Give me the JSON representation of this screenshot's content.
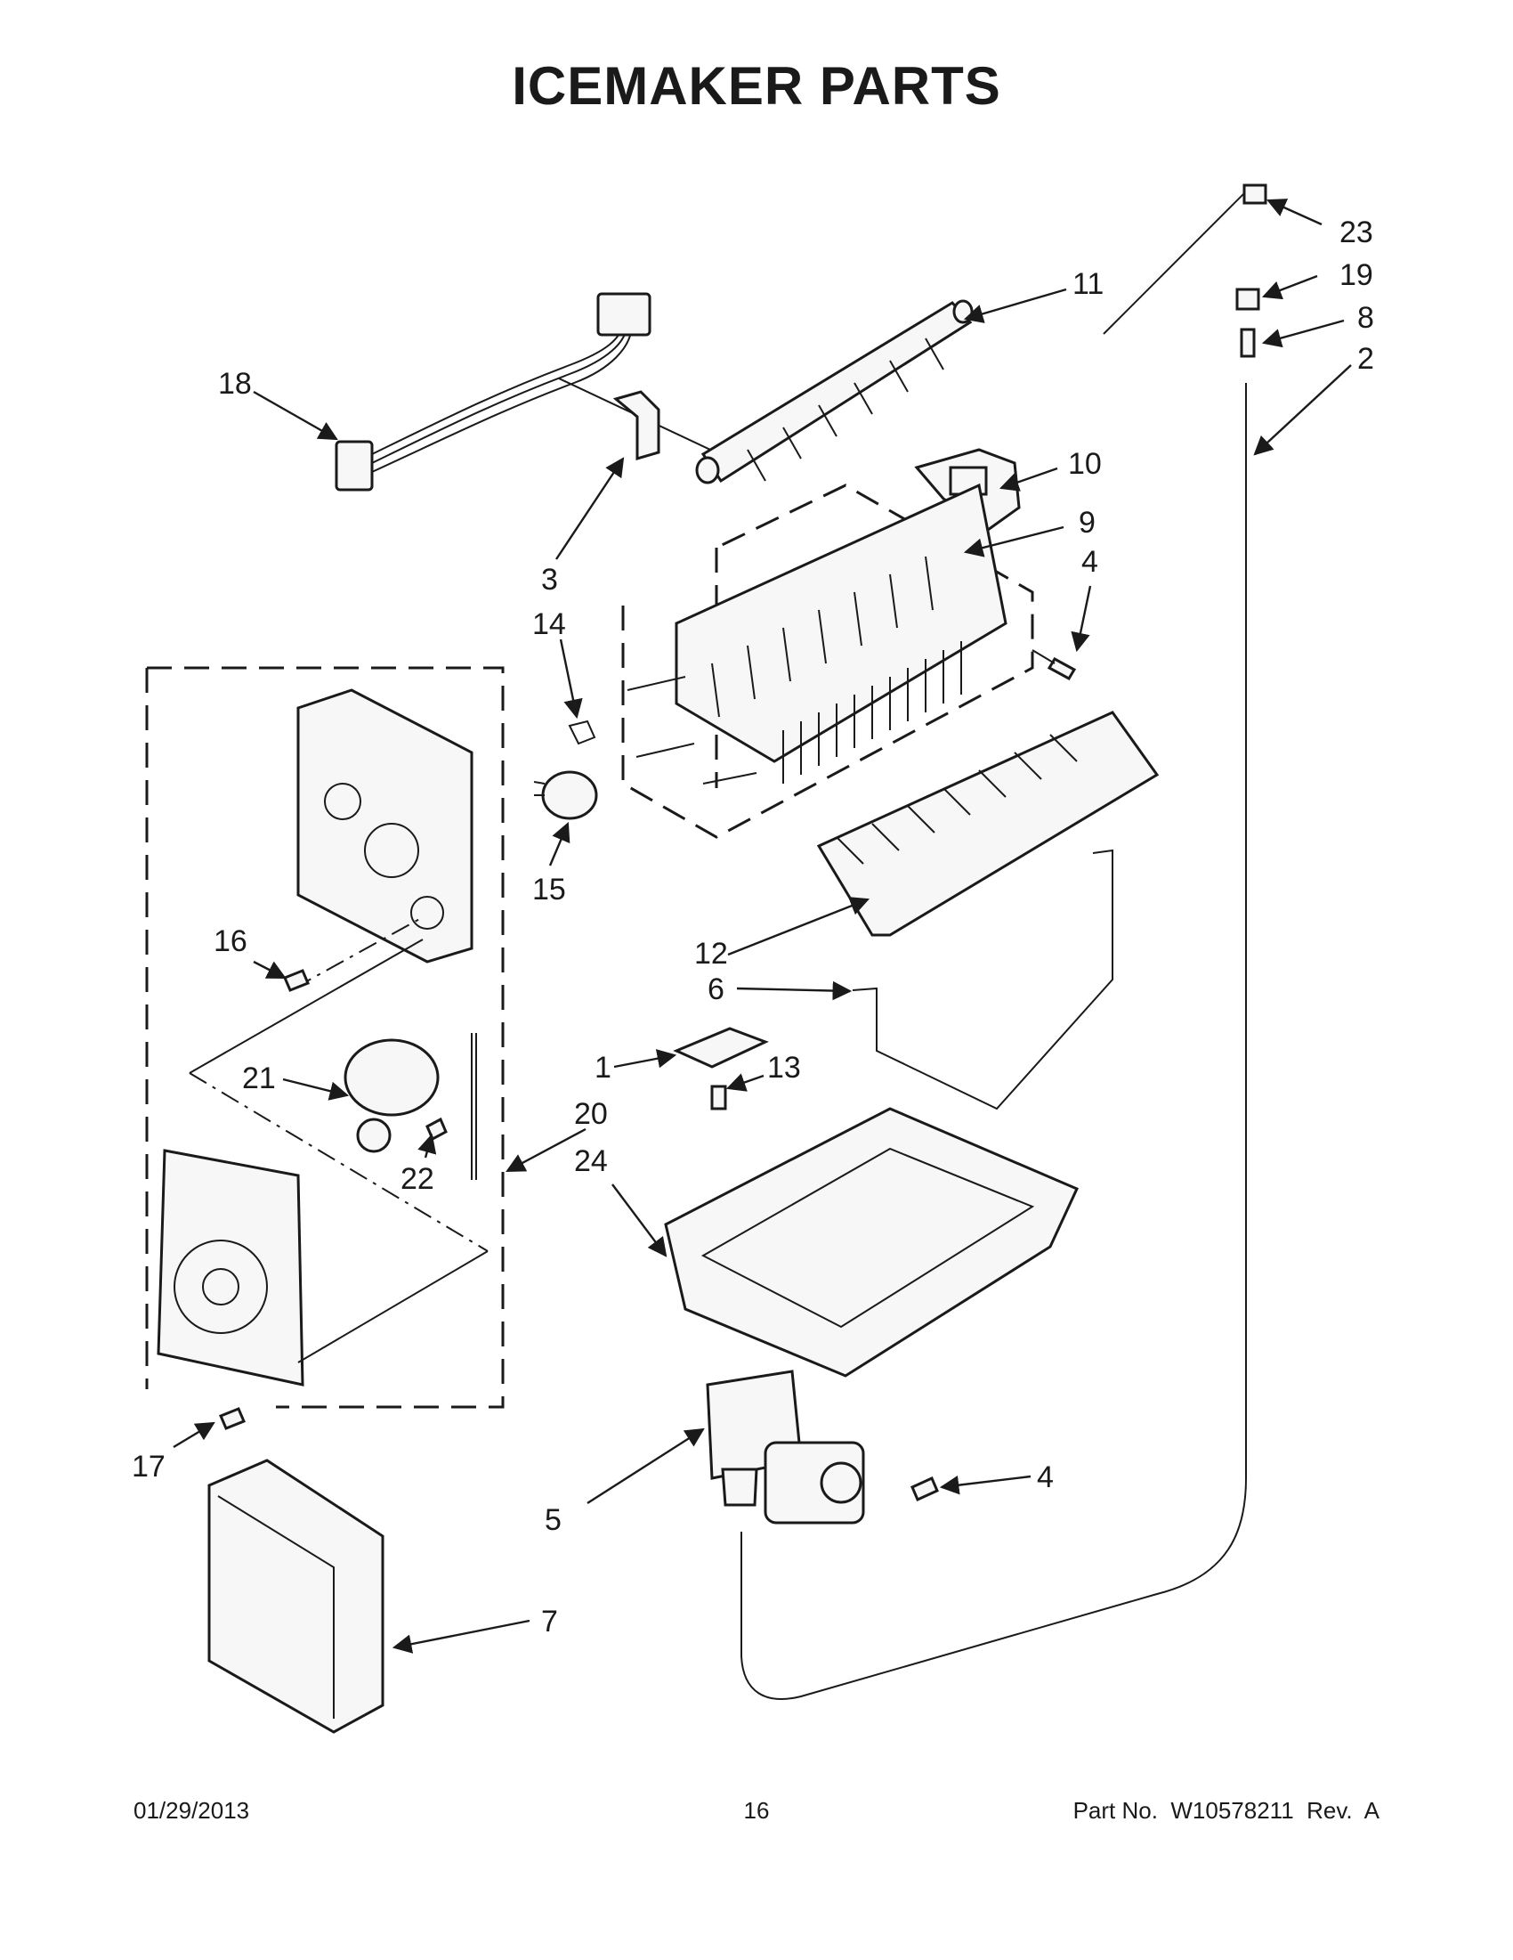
{
  "title": "ICEMAKER PARTS",
  "footer": {
    "date": "01/29/2013",
    "page": "16",
    "part_no": "Part No.  W10578211  Rev.  A"
  },
  "callouts": {
    "c1": "1",
    "c2": "2",
    "c3": "3",
    "c4a": "4",
    "c4b": "4",
    "c5": "5",
    "c6": "6",
    "c7": "7",
    "c8": "8",
    "c9": "9",
    "c10": "10",
    "c11": "11",
    "c12": "12",
    "c13": "13",
    "c14": "14",
    "c15": "15",
    "c16": "16",
    "c17": "17",
    "c18": "18",
    "c19": "19",
    "c20": "20",
    "c21": "21",
    "c22": "22",
    "c23": "23",
    "c24": "24"
  }
}
